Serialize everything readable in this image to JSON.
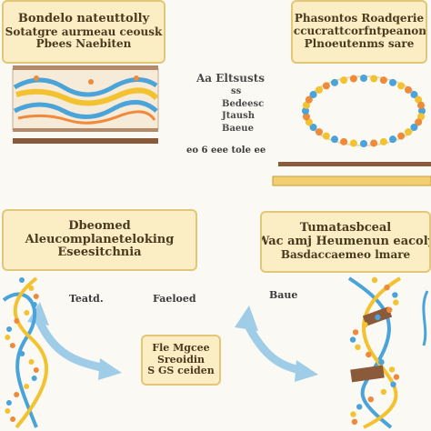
{
  "cards": {
    "top_left": [
      "Bondelo nateuttolly",
      "Sotatgre aurmeau ceousk",
      "Pbees Naebiten"
    ],
    "top_right": [
      "Phasontos Roadqerie",
      "Sccucrattcorfntpeanons",
      "Plnoeutenms sare"
    ],
    "mid_left": [
      "Dbeomed",
      "Aleucomplaneteloking",
      "Eseesitchnia"
    ],
    "mid_right": [
      "Tumatasbceal",
      "Wac amj Heumenun eacoly",
      "Basdaccaemeo lmare"
    ],
    "bottom_center": [
      "Fle Mgcee",
      "Sreoidin",
      "S GS ceiden"
    ]
  },
  "notes": {
    "center_block": [
      "Aa  Eltsusts",
      "ss",
      "Bedeesc",
      "Jtaush",
      "Baeue"
    ],
    "center_bottom": "eo  6  eee  tole ee",
    "bottom_labels": [
      "Teatd.",
      "Faeloed",
      "Baue"
    ]
  },
  "colors": {
    "card_fill": "#fbedc4",
    "card_border": "#e3c678",
    "arrow": "#9fcde8",
    "strand_blue": "#4aa3d9",
    "strand_yellow": "#f2c230",
    "strand_orange": "#ee8a3a"
  }
}
